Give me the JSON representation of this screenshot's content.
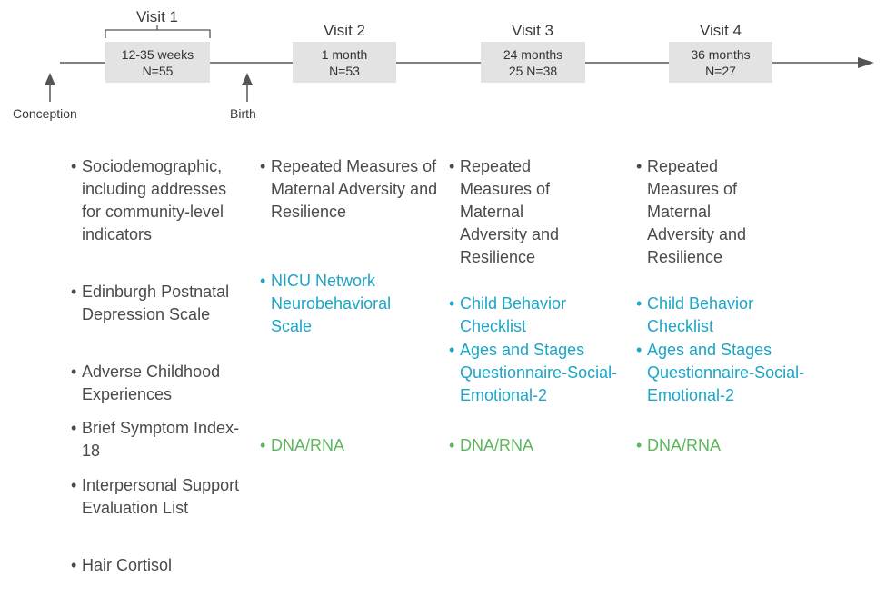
{
  "timeline": {
    "events": [
      {
        "id": "conception",
        "label": "Conception"
      },
      {
        "id": "birth",
        "label": "Birth"
      }
    ],
    "visits": [
      {
        "label": "Visit 1",
        "timing": "12-35 weeks",
        "n": "N=55"
      },
      {
        "label": "Visit 2",
        "timing": "1 month",
        "n": "N=53"
      },
      {
        "label": "Visit 3",
        "timing": "24 months",
        "n": "25 N=38"
      },
      {
        "label": "Visit 4",
        "timing": "36 months",
        "n": "N=27"
      }
    ]
  },
  "columns": [
    {
      "items": [
        {
          "text": "Sociodemographic, including addresses for community-level indicators",
          "type": "survey"
        },
        {
          "text": "Edinburgh Postnatal Depression Scale",
          "type": "survey"
        },
        {
          "text": "Adverse Childhood Experiences",
          "type": "survey"
        },
        {
          "text": "Brief Symptom Index-18",
          "type": "survey"
        },
        {
          "text": "Interpersonal Support Evaluation List",
          "type": "survey"
        },
        {
          "text": "Hair Cortisol",
          "type": "survey"
        }
      ]
    },
    {
      "items": [
        {
          "text": "Repeated Measures of Maternal Adversity and Resilience",
          "type": "survey"
        },
        {
          "text": "NICU Network Neurobehavioral Scale",
          "type": "child"
        },
        {
          "text": "DNA/RNA",
          "type": "biological"
        }
      ]
    },
    {
      "items": [
        {
          "text": "Repeated Measures of Maternal Adversity and Resilience",
          "type": "survey"
        },
        {
          "text": "Child Behavior Checklist",
          "type": "child"
        },
        {
          "text": "Ages and Stages Questionnaire-Social-Emotional-2",
          "type": "child"
        },
        {
          "text": "DNA/RNA",
          "type": "biological"
        }
      ]
    },
    {
      "items": [
        {
          "text": "Repeated Measures of Maternal Adversity and Resilience",
          "type": "survey"
        },
        {
          "text": "Child Behavior Checklist",
          "type": "child"
        },
        {
          "text": "Ages and Stages Questionnaire-Social-Emotional-2",
          "type": "child"
        },
        {
          "text": "DNA/RNA",
          "type": "biological"
        }
      ]
    }
  ],
  "colors": {
    "text": "#4a4a4a",
    "child": "#1ba5c6",
    "biological": "#5cb85c",
    "box": "#e3e3e3",
    "line": "#555555"
  },
  "bullet": "•"
}
